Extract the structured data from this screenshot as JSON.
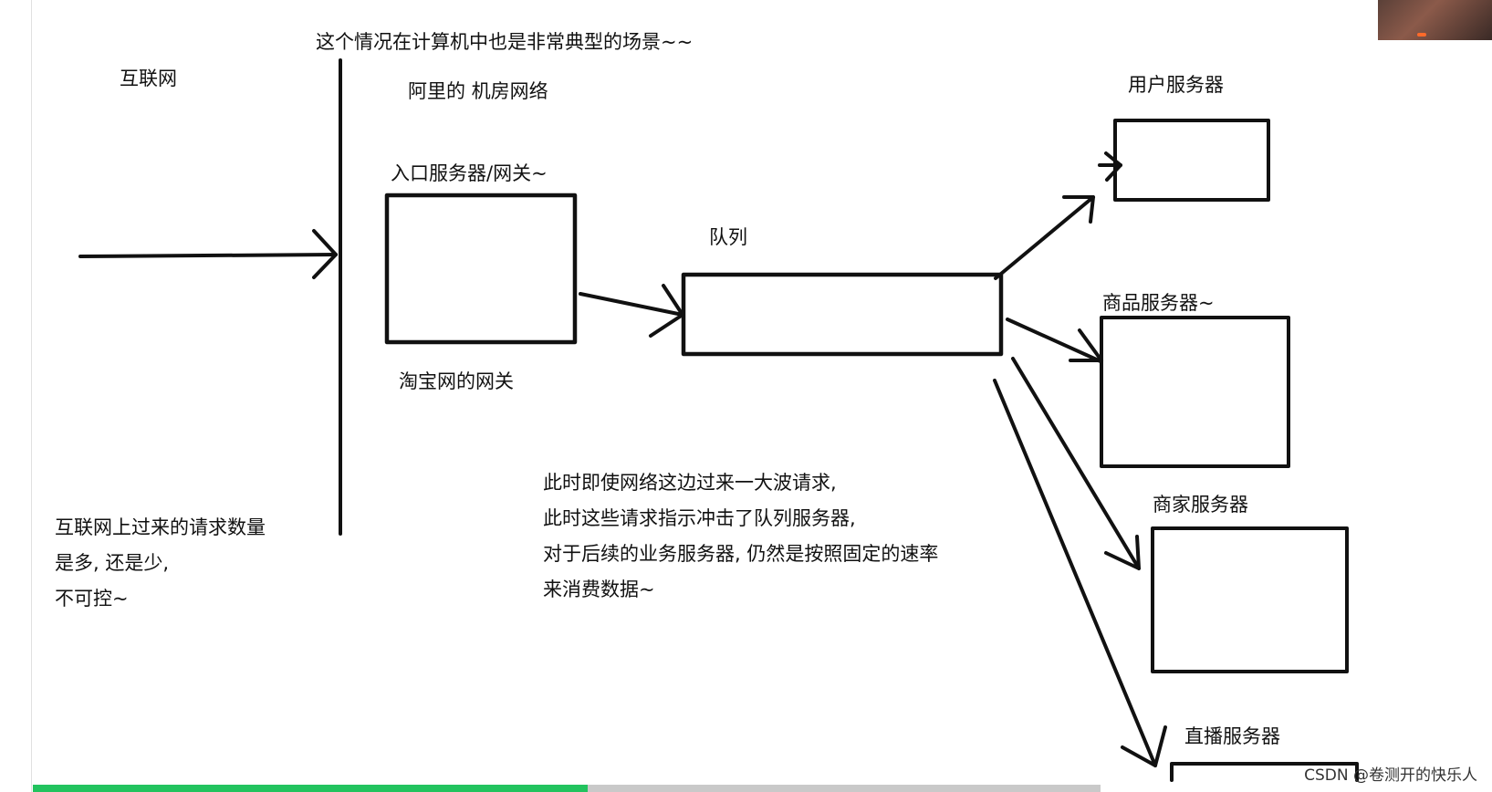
{
  "labels": {
    "internet": "互联网",
    "scenario_note": "这个情况在计算机中也是非常典型的场景~~",
    "ali_network": "阿里的 机房网络",
    "entry_gateway": "入口服务器/网关~",
    "taobao_gateway": "淘宝网的网关",
    "queue": "队列",
    "user_server": "用户服务器",
    "product_server": "商品服务器~",
    "merchant_server": "商家服务器",
    "live_server": "直播服务器"
  },
  "notes": {
    "left": [
      "互联网上过来的请求数量",
      "是多, 还是少,",
      "不可控~"
    ],
    "center": [
      "此时即使网络这边过来一大波请求,",
      "此时这些请求指示冲击了队列服务器,",
      "对于后续的业务服务器, 仍然是按照固定的速率",
      "来消费数据~"
    ]
  },
  "video": {
    "progress": 0.52
  },
  "watermark": "CSDN @卷测开的快乐人",
  "colors": {
    "ink": "#111111",
    "progress": "#22c35e",
    "track": "#c9c9c9"
  }
}
